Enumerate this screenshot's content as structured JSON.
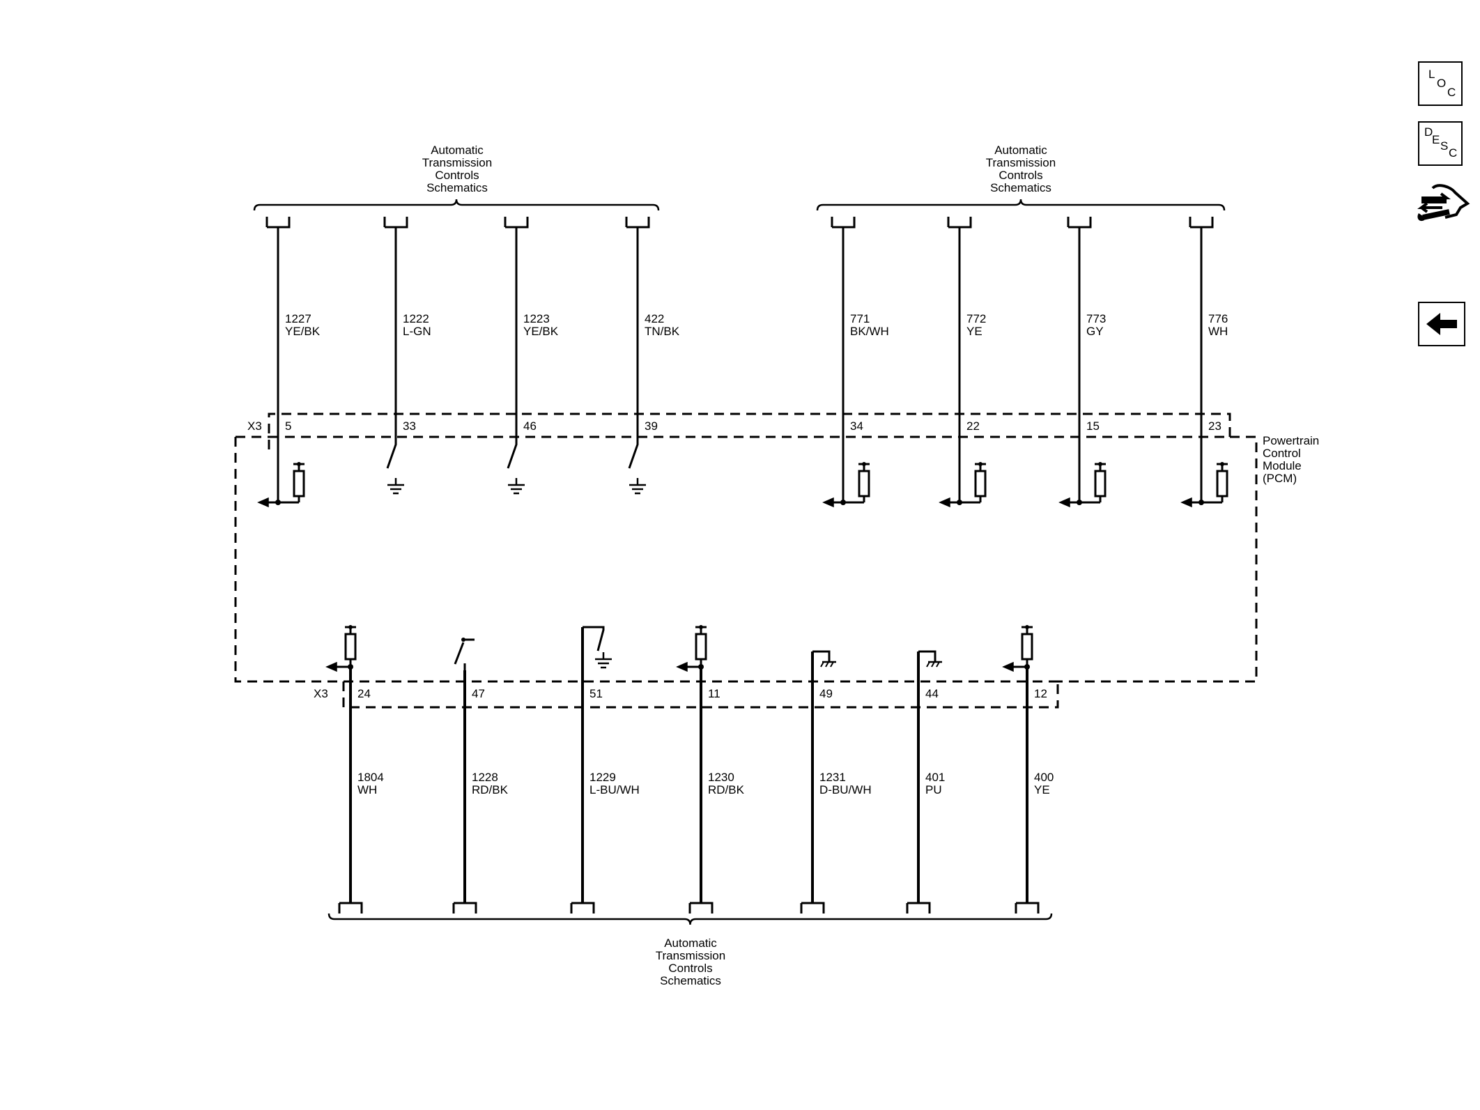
{
  "reference_labels": {
    "top_left": [
      "Automatic",
      "Transmission",
      "Controls",
      "Schematics"
    ],
    "top_right": [
      "Automatic",
      "Transmission",
      "Controls",
      "Schematics"
    ],
    "bottom": [
      "Automatic",
      "Transmission",
      "Controls",
      "Schematics"
    ]
  },
  "module": {
    "lines": [
      "Powertrain",
      "Control",
      "Module",
      "(PCM)"
    ],
    "connector_top": "X3",
    "connector_bottom": "X3"
  },
  "top_wires": [
    {
      "circuit": "1227",
      "color": "YE/BK",
      "pin": "5",
      "type": "pullup"
    },
    {
      "circuit": "1222",
      "color": "L-GN",
      "pin": "33",
      "type": "ground_switch"
    },
    {
      "circuit": "1223",
      "color": "YE/BK",
      "pin": "46",
      "type": "ground_switch"
    },
    {
      "circuit": "422",
      "color": "TN/BK",
      "pin": "39",
      "type": "ground_switch"
    },
    {
      "circuit": "771",
      "color": "BK/WH",
      "pin": "34",
      "type": "pullup"
    },
    {
      "circuit": "772",
      "color": "YE",
      "pin": "22",
      "type": "pullup"
    },
    {
      "circuit": "773",
      "color": "GY",
      "pin": "15",
      "type": "pullup"
    },
    {
      "circuit": "776",
      "color": "WH",
      "pin": "23",
      "type": "pullup"
    }
  ],
  "bottom_wires": [
    {
      "circuit": "1804",
      "color": "WH",
      "pin": "24",
      "type": "pullup"
    },
    {
      "circuit": "1228",
      "color": "RD/BK",
      "pin": "47",
      "type": "high_switch"
    },
    {
      "circuit": "1229",
      "color": "L-BU/WH",
      "pin": "51",
      "type": "ground_switch"
    },
    {
      "circuit": "1230",
      "color": "RD/BK",
      "pin": "11",
      "type": "pullup"
    },
    {
      "circuit": "1231",
      "color": "D-BU/WH",
      "pin": "49",
      "type": "chassis_ground"
    },
    {
      "circuit": "401",
      "color": "PU",
      "pin": "44",
      "type": "chassis_ground"
    },
    {
      "circuit": "400",
      "color": "YE",
      "pin": "12",
      "type": "pullup"
    }
  ],
  "nav": {
    "loc": {
      "l": "L",
      "o": "O",
      "c": "C"
    },
    "desc": {
      "d": "D",
      "e": "E",
      "s": "S",
      "c": "C"
    }
  }
}
